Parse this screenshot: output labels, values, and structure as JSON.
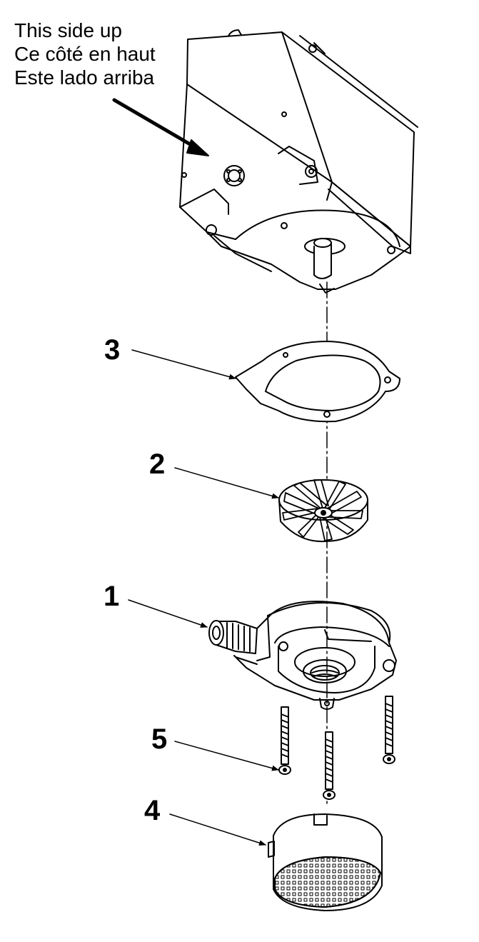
{
  "orientation_note": {
    "lines": [
      "This side up",
      "Ce côté en haut",
      "Este lado arriba"
    ]
  },
  "callouts": [
    {
      "number": "3",
      "part": "gasket"
    },
    {
      "number": "2",
      "part": "impeller"
    },
    {
      "number": "1",
      "part": "pump-housing"
    },
    {
      "number": "5",
      "part": "screws"
    },
    {
      "number": "4",
      "part": "inlet-screen-cover"
    }
  ],
  "colors": {
    "line": "#000000",
    "background": "#ffffff"
  }
}
